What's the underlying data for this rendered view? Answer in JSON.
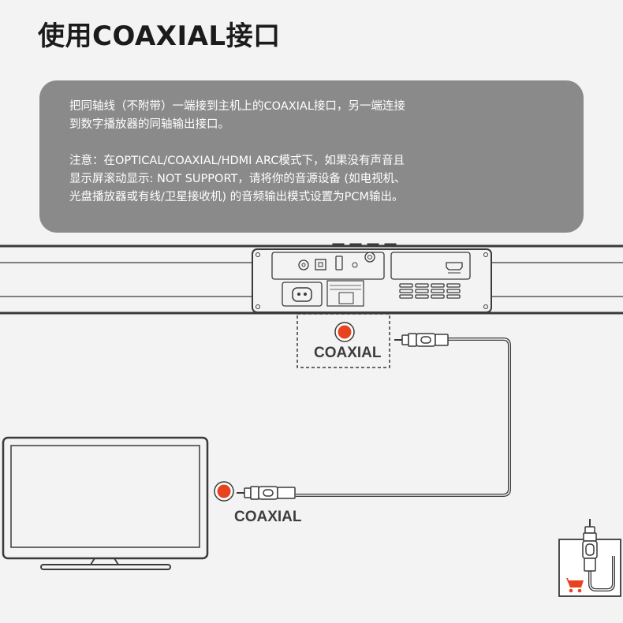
{
  "title": "使用COAXIAL接口",
  "note": {
    "para1": [
      "把同轴线（不附带）一端接到主机上的COAXIAL接口，另一端连接",
      "到数字播放器的同轴输出接口。"
    ],
    "para2": [
      "注意：在OPTICAL/COAXIAL/HDMI ARC模式下，如果没有声音且",
      "显示屏滚动显示: NOT SUPPORT，请将你的音源设备 (如电视机、",
      "光盘播放器或有线/卫星接收机) 的音频输出模式设置为PCM输出。"
    ]
  },
  "labels": {
    "soundbar_port": "COAXIAL",
    "tv_port": "COAXIAL"
  },
  "colors": {
    "port_red": "#e8431f",
    "cart_red": "#e8431f",
    "note_bg": "#8a8a8a",
    "line": "#3a3a3a"
  },
  "icons": [
    "soundbar-back-panel",
    "power-socket-icon",
    "hdmi-port-icon",
    "tv-icon",
    "rca-plug-icon",
    "shopping-cart-icon"
  ]
}
